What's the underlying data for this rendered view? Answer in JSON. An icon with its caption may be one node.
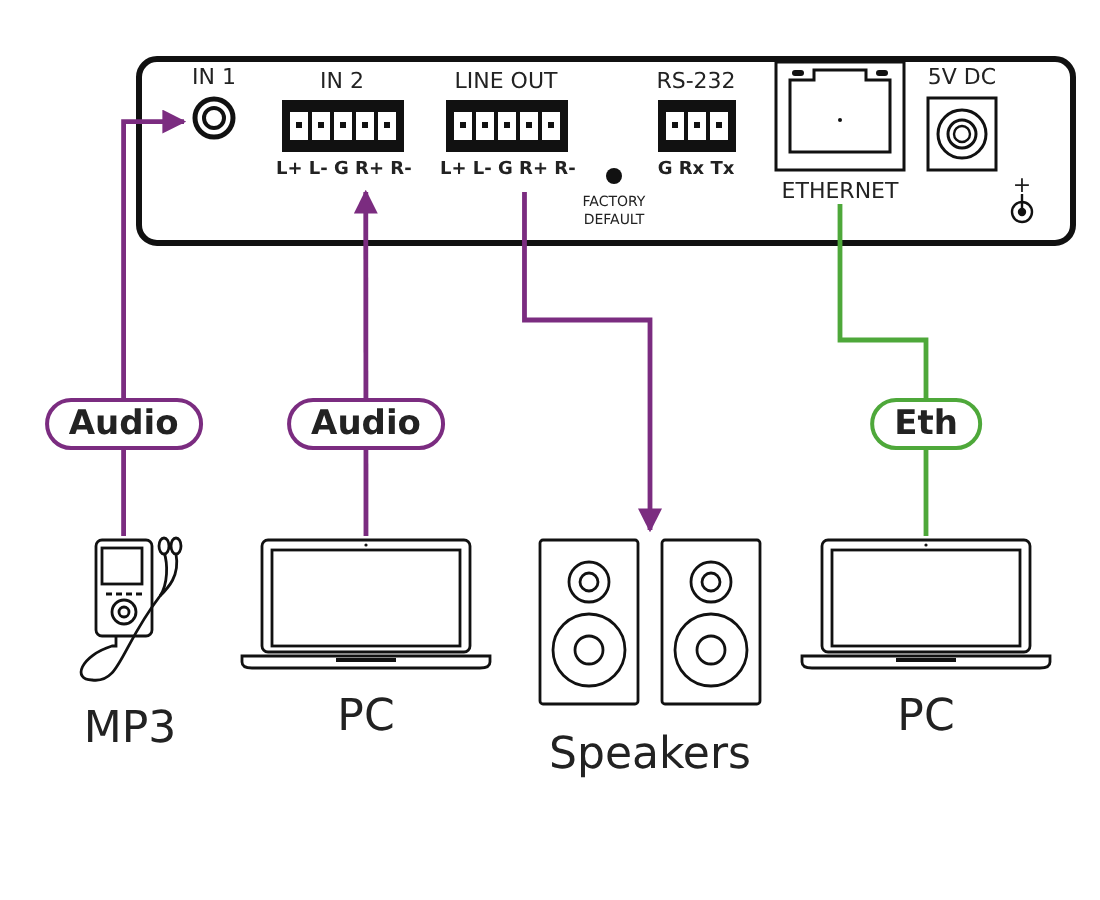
{
  "diagram": {
    "nodes": [
      {
        "text": [],
        "shape": "box"
      },
      {
        "text": [
          "IN 1"
        ],
        "in": 0
      },
      {
        "text": [
          "IN 2",
          "L+ L- G R+ R-"
        ],
        "in": 0
      },
      {
        "text": [
          "LINE OUT",
          "L+ L- G R+ R-"
        ],
        "in": 0
      },
      {
        "text": [
          "RS-232",
          "G Rx Tx"
        ],
        "in": 0
      },
      {
        "text": [
          "ETHERNET"
        ],
        "in": 0
      },
      {
        "text": [
          "5V DC"
        ],
        "in": 0
      },
      {
        "text": [
          "MP3"
        ]
      },
      {
        "text": [
          "PC"
        ]
      },
      {
        "text": [
          "Speakers"
        ]
      },
      {
        "text": [
          "PC"
        ]
      }
    ],
    "edges": [
      {
        "from": 7,
        "to": 1,
        "arrow": "to",
        "label": "Audio"
      },
      {
        "from": 8,
        "to": 2,
        "arrow": "to",
        "label": "Audio"
      },
      {
        "from": 3,
        "to": 9,
        "arrow": "to"
      },
      {
        "from": 10,
        "to": 5,
        "arrow": "none",
        "label": "Eth",
        "color": "#4ea83a"
      }
    ],
    "labels": [
      "FACTORY DEFAULT",
      "+"
    ]
  }
}
